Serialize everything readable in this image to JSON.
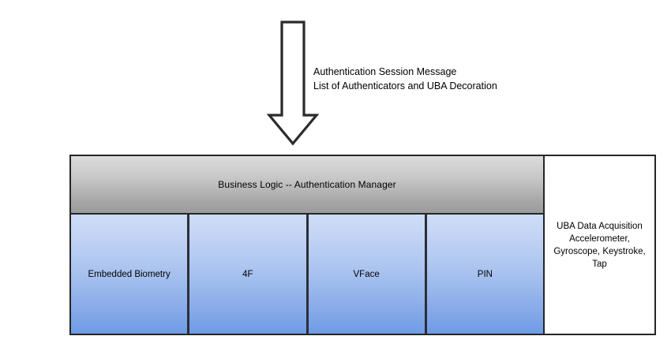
{
  "diagram": {
    "arrow": {
      "direction": "down",
      "icon": "down-arrow-icon",
      "label_lines": [
        "Authentication Session Message",
        "List of Authenticators and UBA Decoration"
      ]
    },
    "business_logic": {
      "title": "Business Logic -- Authentication Manager"
    },
    "authenticators": [
      {
        "label": "Embedded Biometry"
      },
      {
        "label": "4F"
      },
      {
        "label": "VFace"
      },
      {
        "label": "PIN"
      }
    ],
    "uba_panel": {
      "lines": [
        "UBA Data Acquisition",
        "Accelerometer,",
        "Gyroscope, Keystroke,",
        "Tap"
      ]
    },
    "colors": {
      "outline": "#262626",
      "divider": "#2b2f36",
      "header_gradient_top": "#dcdcdc",
      "header_gradient_bottom": "#9b9b9b",
      "cell_gradient_top": "#cedcf7",
      "cell_gradient_bottom": "#6f9ce7",
      "panel_background": "#ffffff",
      "text": "#000000",
      "arrow_stroke": "#2b2b2b"
    }
  }
}
